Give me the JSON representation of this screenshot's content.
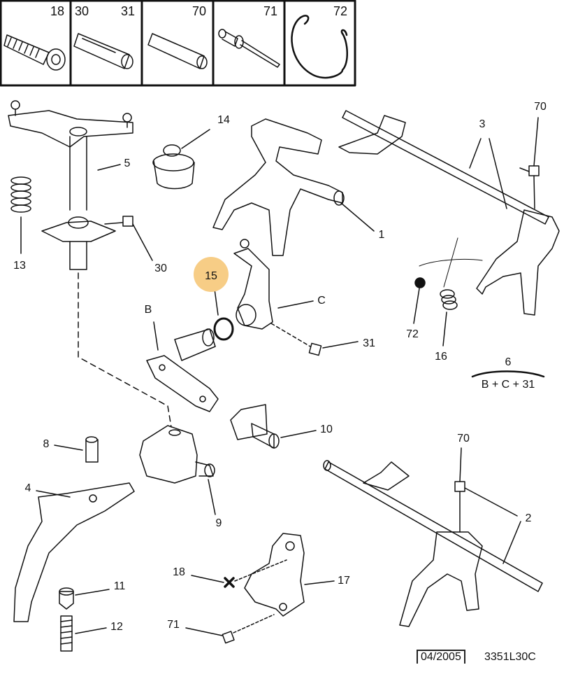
{
  "header_boxes": [
    {
      "labels": [
        "18"
      ],
      "part": "screw"
    },
    {
      "labels": [
        "30",
        "31"
      ],
      "part": "split-pin"
    },
    {
      "labels": [
        "70"
      ],
      "part": "roll-pin"
    },
    {
      "labels": [
        "71"
      ],
      "part": "rivet"
    },
    {
      "labels": [
        "72"
      ],
      "part": "circlip"
    }
  ],
  "callouts": {
    "c14": "14",
    "c5": "5",
    "c13": "13",
    "c30": "30",
    "c15": "15",
    "cC": "C",
    "cB": "B",
    "c1": "1",
    "c3": "3",
    "c70a": "70",
    "c72": "72",
    "c16": "16",
    "c6": "6",
    "c6sub": "B + C + 31",
    "c31": "31",
    "c10": "10",
    "c8": "8",
    "c4": "4",
    "c9": "9",
    "c70b": "70",
    "c2": "2",
    "c11": "11",
    "c12": "12",
    "c18": "18",
    "c17": "17",
    "c71": "71"
  },
  "footer": {
    "date": "04/2005",
    "code": "3351L30C"
  },
  "colors": {
    "highlight": "#f7cd86",
    "ink": "#111111"
  }
}
